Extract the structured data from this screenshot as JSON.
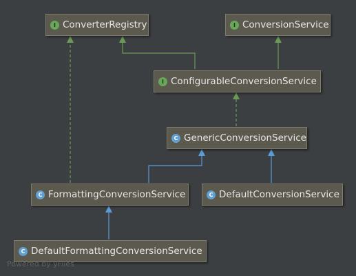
{
  "diagram": {
    "nodes": [
      {
        "id": "converter_registry",
        "label": "ConverterRegistry",
        "kind": "I"
      },
      {
        "id": "conversion_service",
        "label": "ConversionService",
        "kind": "I"
      },
      {
        "id": "configurable_conversion_service",
        "label": "ConfigurableConversionService",
        "kind": "I"
      },
      {
        "id": "generic_conversion_service",
        "label": "GenericConversionService",
        "kind": "C"
      },
      {
        "id": "formatting_conversion_service",
        "label": "FormattingConversionService",
        "kind": "C"
      },
      {
        "id": "default_conversion_service",
        "label": "DefaultConversionService",
        "kind": "C"
      },
      {
        "id": "default_formatting_conversion_service",
        "label": "DefaultFormattingConversionService",
        "kind": "C"
      }
    ],
    "edges": [
      {
        "from": "configurable_conversion_service",
        "to": "converter_registry",
        "type": "extends"
      },
      {
        "from": "configurable_conversion_service",
        "to": "conversion_service",
        "type": "extends"
      },
      {
        "from": "generic_conversion_service",
        "to": "configurable_conversion_service",
        "type": "implements"
      },
      {
        "from": "formatting_conversion_service",
        "to": "converter_registry",
        "type": "implements"
      },
      {
        "from": "formatting_conversion_service",
        "to": "generic_conversion_service",
        "type": "extends-class"
      },
      {
        "from": "default_conversion_service",
        "to": "generic_conversion_service",
        "type": "extends-class"
      },
      {
        "from": "default_formatting_conversion_service",
        "to": "formatting_conversion_service",
        "type": "extends-class"
      }
    ]
  },
  "colors": {
    "background": "#3c3f41",
    "interface_edge": "#6a9a55",
    "class_edge": "#5b9bd9"
  },
  "watermark": "Powered by yFiles"
}
